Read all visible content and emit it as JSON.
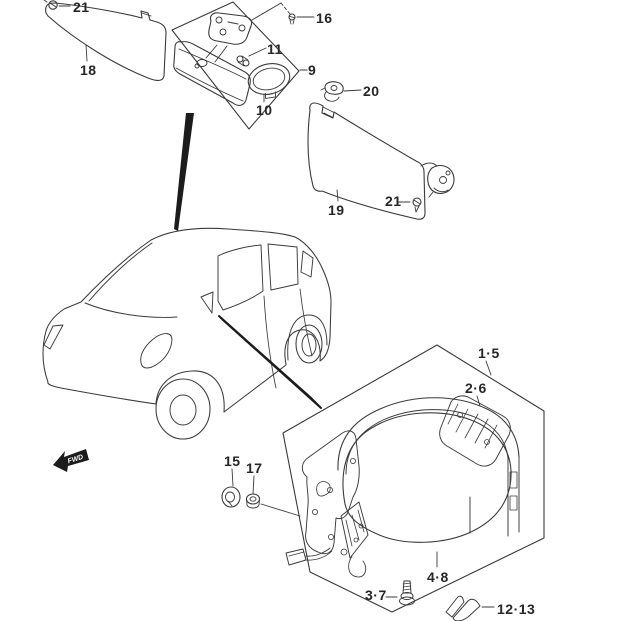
{
  "diagram": {
    "kind": "vehicle-parts-line-diagram",
    "fwd_label": "FWD",
    "colors": {
      "line": "#3a3a3a",
      "solid_black": "#1c1c1c",
      "background": "#ffffff",
      "label_text": "#262626"
    },
    "callouts": [
      {
        "text": "21",
        "refers_to": "left-visor-screw"
      },
      {
        "text": "18",
        "refers_to": "left-sun-visor"
      },
      {
        "text": "16",
        "refers_to": "rearview-mirror-screw"
      },
      {
        "text": "11",
        "refers_to": "mirror-damper"
      },
      {
        "text": "9",
        "refers_to": "rearview-mirror-assembly-box"
      },
      {
        "text": "10",
        "refers_to": "mirror-cover"
      },
      {
        "text": "20",
        "refers_to": "visor-holder-clip"
      },
      {
        "text": "19",
        "refers_to": "right-sun-visor"
      },
      {
        "text": "21",
        "refers_to": "right-visor-screw"
      },
      {
        "text": "15",
        "refers_to": "grommet"
      },
      {
        "text": "17",
        "refers_to": "nut"
      },
      {
        "text": "1·5",
        "refers_to": "door-mirror-assembly"
      },
      {
        "text": "2·6",
        "refers_to": "door-mirror-inner-bracket"
      },
      {
        "text": "4·8",
        "refers_to": "door-mirror-housing"
      },
      {
        "text": "3·7",
        "refers_to": "door-mirror-screw"
      },
      {
        "text": "12·13",
        "refers_to": "door-mirror-cover-piece"
      }
    ]
  }
}
